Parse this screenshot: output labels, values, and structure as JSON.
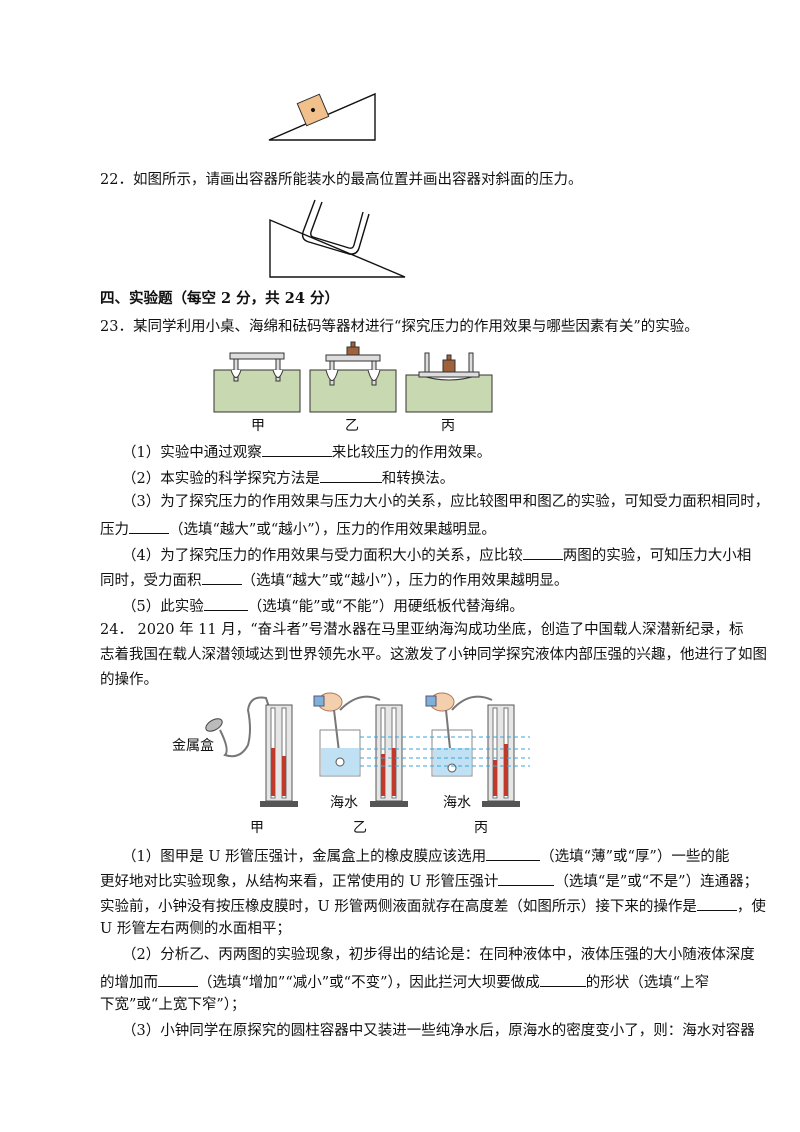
{
  "q22": {
    "text": "22．如图所示，请画出容器所能装水的最高位置并画出容器对斜面的压力。"
  },
  "section4": {
    "heading": "四、实验题（每空 2 分，共 24 分）"
  },
  "q23": {
    "stem": "23．某同学利用小桌、海绵和砝码等器材进行“探究压力的作用效果与哪些因素有关”的实验。",
    "figure_labels": [
      "甲",
      "乙",
      "丙"
    ],
    "p1_a": "（1）实验中通过观察",
    "p1_b": "来比较压力的作用效果。",
    "p2_a": "（2）本实验的科学探究方法是",
    "p2_b": "和转换法。",
    "p3_line1": "（3）为了探究压力的作用效果与压力大小的关系，应比较图甲和图乙的实验，可知受力面积相同时，",
    "p3_a": "压力",
    "p3_b": "（选填“越大”或“越小”），压力的作用效果越明显。",
    "p4_a": "（4）为了探究压力的作用效果与受力面积大小的关系，应比较",
    "p4_b": "两图的实验，可知压力大小相",
    "p4_c": "同时，受力面积",
    "p4_d": "（选填“越大”或“越小”），压力的作用效果越明显。",
    "p5_a": "（5）此实验",
    "p5_b": "（选填“能”或“不能”）用硬纸板代替海绵。"
  },
  "q24": {
    "stem_line1": "24．  2020 年 11 月，“奋斗者”号潜水器在马里亚纳海沟成功坐底，创造了中国载人深潜新纪录，标",
    "stem_line2": "志着我国在载人深潜领域达到世界领先水平。这激发了小钟同学探究液体内部压强的兴趣，他进行了如图",
    "stem_line3": "的操作。",
    "figure": {
      "metal_box_label": "金属盒",
      "seawater_label_1": "海水",
      "seawater_label_2": "海水",
      "labels": [
        "甲",
        "乙",
        "丙"
      ]
    },
    "p1_a": "（1）图甲是 U 形管压强计，金属盒上的橡皮膜应该选用",
    "p1_b": "（选填“薄”或“厚”）一些的能",
    "p1_c": "更好地对比实验现象，从结构来看，正常使用的 U 形管压强计",
    "p1_d": "（选填“是”或“不是”）连通器；",
    "p1_e": "实验前，小钟没有按压橡皮膜时，U 形管两侧液面就存在高度差（如图所示）接下来的操作是",
    "p1_f": "，使",
    "p1_g": "U 形管左右两侧的水面相平；",
    "p2_a": "（2）分析乙、丙两图的实验现象，初步得出的结论是：在同种液体中，液体压强的大小随液体深度",
    "p2_b": "的增加而",
    "p2_c": "（选填“增加”“减小”或“不变”），因此拦河大坝要做成",
    "p2_d": "的形状（选填“上窄",
    "p2_e": "下宽”或“上宽下窄”）；",
    "p3_a": "（3）小钟同学在原探究的圆柱容器中又装进一些纯净水后，原海水的密度变小了，则：海水对容器"
  }
}
